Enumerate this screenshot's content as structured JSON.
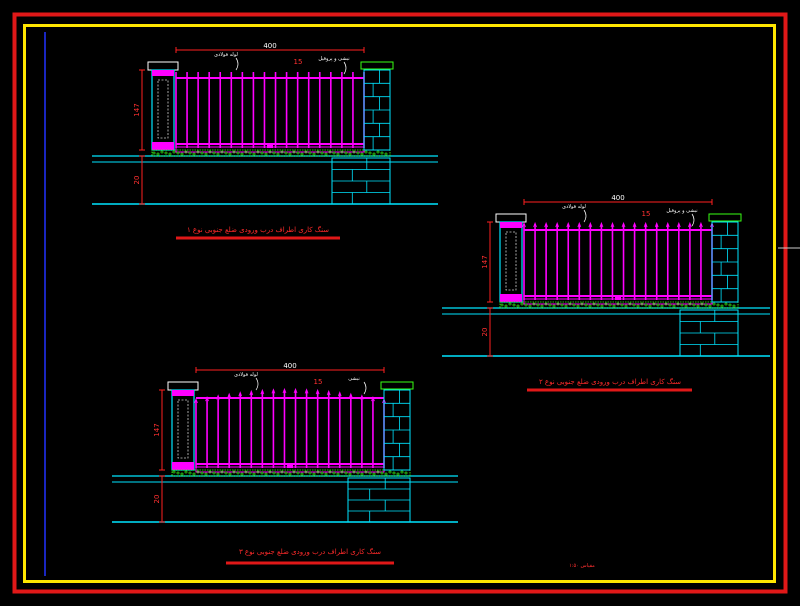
{
  "colors": {
    "background": "#000000",
    "outer_frame": "#e01818",
    "inner_frame": "#ffe600",
    "fence_bars": "#ff00ff",
    "pillar": "#00e5ff",
    "dimension": "#ff2020",
    "hedge": "#39ff14",
    "ground": "#00e5ff",
    "margin_line": "#2020ff"
  },
  "drawings": [
    {
      "id": "fence-top-left",
      "caption": "سنگ کاری اطراف درب ورودی ضلع جنوبی نوع ۱",
      "width_label": "400",
      "subwidth_label": "15",
      "height_label_main": "147",
      "height_label_bottom": "20",
      "note_left": "لوله فولادی",
      "note_right": "نبشی و پروفیل"
    },
    {
      "id": "fence-right",
      "caption": "سنگ کاری اطراف درب ورودی ضلع جنوبی نوع ۲",
      "width_label": "400",
      "subwidth_label": "15",
      "height_label_main": "147",
      "height_label_bottom": "20",
      "note_left": "لوله فولادی",
      "note_right": "نبشی و پروفیل"
    },
    {
      "id": "fence-bottom",
      "caption": "سنگ کاری اطراف درب ورودی ضلع جنوبی نوع ۳",
      "width_label": "400",
      "subwidth_label": "15",
      "height_label_main": "147",
      "height_label_bottom": "20",
      "note_left": "لوله فولادی",
      "note_right": "نبشی"
    }
  ],
  "scale_note": "مقیاس ۱:۵۰"
}
